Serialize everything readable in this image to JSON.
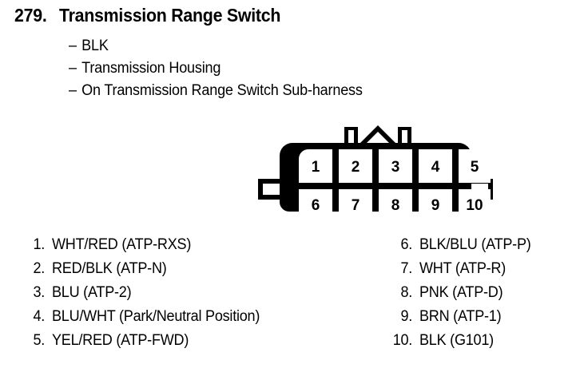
{
  "page": {
    "background_color": "#ffffff",
    "ink_color": "#000000"
  },
  "heading": {
    "number": "279.",
    "title": "Transmission Range Switch",
    "dash": "–",
    "sub_lines": [
      "BLK",
      "Transmission Housing",
      "On Transmission Range Switch Sub-harness"
    ]
  },
  "connector": {
    "name": "10-pin connector face view",
    "rows": 2,
    "columns": 5,
    "top_row_pins": [
      "1",
      "2",
      "3",
      "4",
      "5"
    ],
    "bottom_row_pins": [
      "6",
      "7",
      "8",
      "9",
      "10"
    ],
    "features": {
      "top_tabs": 2,
      "top_peak": "triangular-keyway",
      "side_latches": 2
    }
  },
  "pin_legend": {
    "left_column": [
      {
        "number": "1.",
        "label": "WHT/RED (ATP-RXS)"
      },
      {
        "number": "2.",
        "label": "RED/BLK (ATP-N)"
      },
      {
        "number": "3.",
        "label": "BLU (ATP-2)"
      },
      {
        "number": "4.",
        "label": "BLU/WHT (Park/Neutral Position)"
      },
      {
        "number": "5.",
        "label": "YEL/RED (ATP-FWD)"
      }
    ],
    "right_column": [
      {
        "number": "6.",
        "label": "BLK/BLU (ATP-P)"
      },
      {
        "number": "7.",
        "label": "WHT (ATP-R)"
      },
      {
        "number": "8.",
        "label": "PNK (ATP-D)"
      },
      {
        "number": "9.",
        "label": "BRN (ATP-1)"
      },
      {
        "number": "10.",
        "label": "BLK (G101)"
      }
    ]
  }
}
